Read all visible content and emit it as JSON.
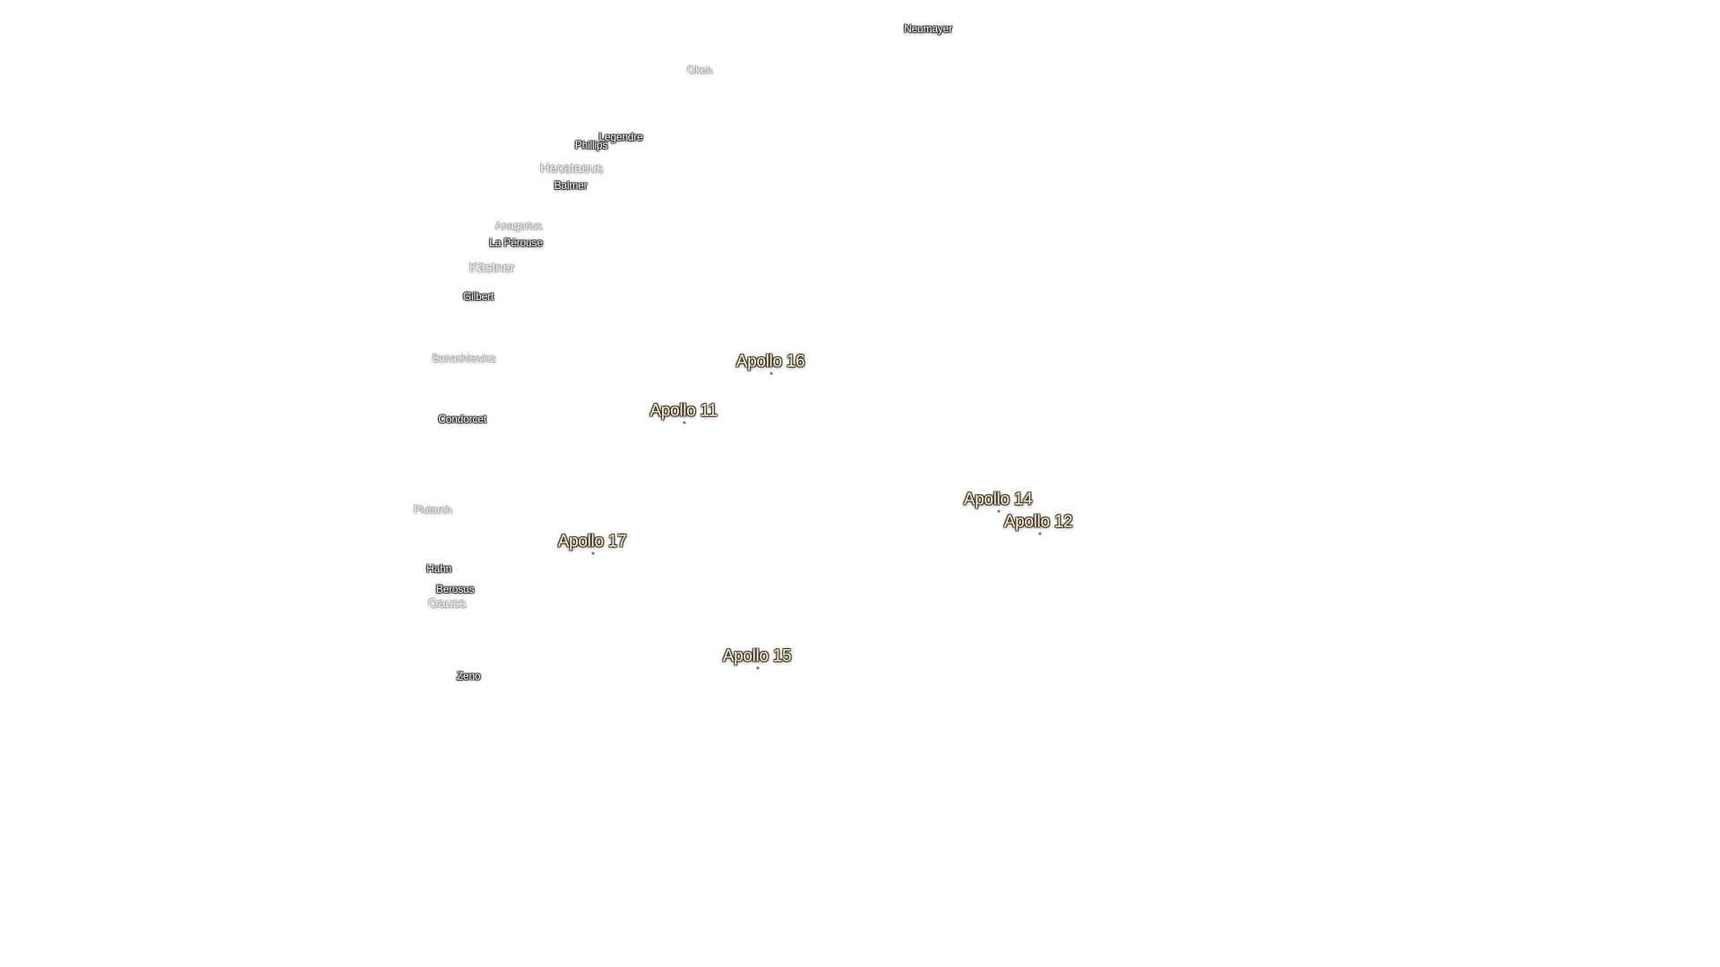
{
  "map": {
    "crater_labels": [
      {
        "name": "Neumayer"
      },
      {
        "name": "Oken"
      },
      {
        "name": "Legendre"
      },
      {
        "name": "Phillips"
      },
      {
        "name": "Hecataeus"
      },
      {
        "name": "Balmer"
      },
      {
        "name": "Anagarius"
      },
      {
        "name": "La Pérouse"
      },
      {
        "name": "Kästner"
      },
      {
        "name": "Gilbert"
      },
      {
        "name": "Banachiewicz"
      },
      {
        "name": "Condorcet"
      },
      {
        "name": "Plutarch"
      },
      {
        "name": "Hahn"
      },
      {
        "name": "Berosus"
      },
      {
        "name": "Gauss"
      },
      {
        "name": "Zeno"
      }
    ],
    "apollo_sites": [
      {
        "name": "Apollo 16"
      },
      {
        "name": "Apollo 11"
      },
      {
        "name": "Apollo 14"
      },
      {
        "name": "Apollo 12"
      },
      {
        "name": "Apollo 17"
      },
      {
        "name": "Apollo 15"
      }
    ],
    "colors": {
      "background": "#ffffff",
      "crater_text": "#ffffff",
      "apollo_text": "#fbf3d6",
      "site_marker": "#6a6a6a"
    }
  }
}
